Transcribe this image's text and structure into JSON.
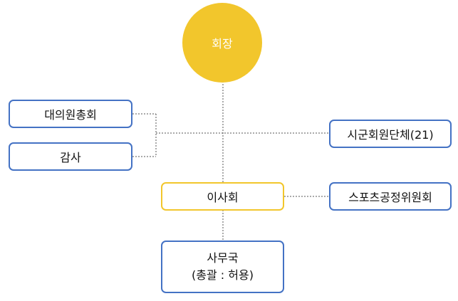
{
  "nodes": {
    "chairman": "회장",
    "general_assembly": "대의원총회",
    "audit": "감사",
    "city_county_groups": "시군회원단체(21)",
    "board": "이사회",
    "sports_ethics": "스포츠공정위원회",
    "secretariat": {
      "line1": "사무국",
      "line2": "(총괄 : 허용)"
    }
  },
  "colors": {
    "chairman_fill": "#f2c62c",
    "box_border_blue": "#4472c4",
    "box_border_yellow": "#f2c62c",
    "connector": "#555555"
  }
}
